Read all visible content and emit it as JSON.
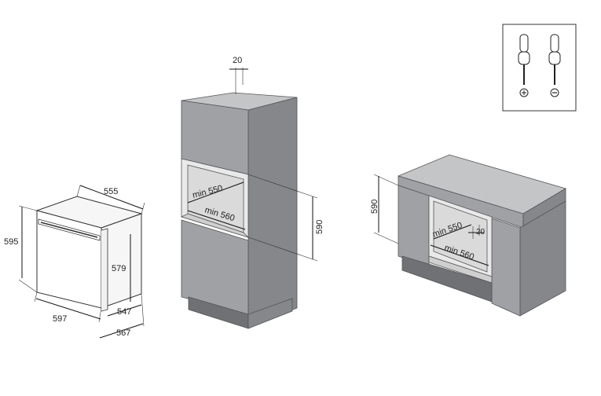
{
  "oven": {
    "depth_label": "555",
    "height_label": "595",
    "inner_height_label": "579",
    "width_label": "597",
    "depth_body_label": "547",
    "depth_total_label": "567"
  },
  "tall_cabinet": {
    "gap_label": "20",
    "niche_height_label": "590",
    "niche_depth_label": "min 550",
    "niche_width_label": "min 560"
  },
  "under_counter": {
    "niche_height_label": "590",
    "niche_depth_label": "min 550",
    "gap_label": "20",
    "niche_width_label": "min 560"
  },
  "legend": {
    "icons": [
      "phillips-screwdriver",
      "flathead-screwdriver"
    ]
  }
}
